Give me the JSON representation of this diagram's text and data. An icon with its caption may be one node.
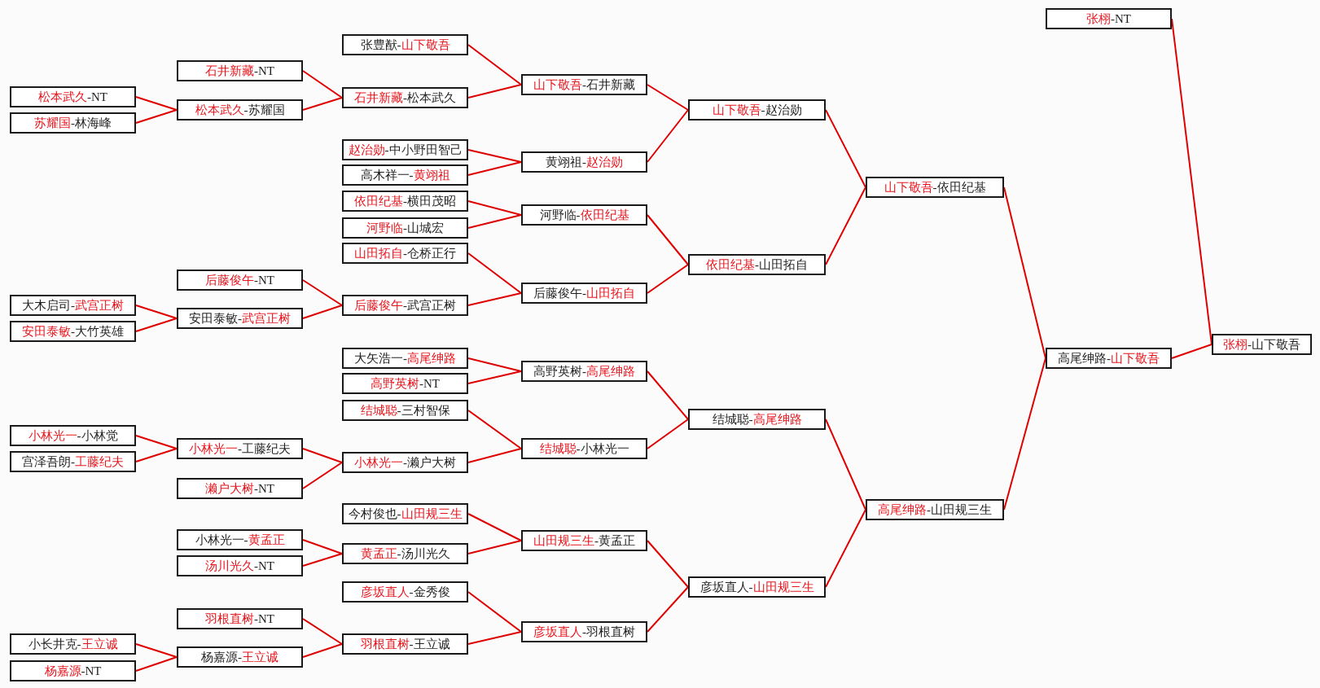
{
  "diagram": {
    "nodes": [
      {
        "text": [
          "松本武久-NT"
        ]
      },
      {
        "text": [
          "苏耀国-林海峰"
        ]
      },
      {
        "text": [
          "大木启司-武宫正树"
        ]
      },
      {
        "text": [
          "安田泰敏-大竹英雄"
        ]
      },
      {
        "text": [
          "小林光一-小林觉"
        ]
      },
      {
        "text": [
          "宫泽吾朗-工藤纪夫"
        ]
      },
      {
        "text": [
          "小长井克-王立诚"
        ]
      },
      {
        "text": [
          "杨嘉源-NT"
        ]
      },
      {
        "text": [
          "石井新藏-NT"
        ]
      },
      {
        "text": [
          "松本武久-苏耀国"
        ]
      },
      {
        "text": [
          "后藤俊午-NT"
        ]
      },
      {
        "text": [
          "安田泰敏-武宫正树"
        ]
      },
      {
        "text": [
          "小林光一-工藤纪夫"
        ]
      },
      {
        "text": [
          "濑户大树-NT"
        ]
      },
      {
        "text": [
          "小林光一-黄孟正"
        ]
      },
      {
        "text": [
          "汤川光久-NT"
        ]
      },
      {
        "text": [
          "羽根直树-NT"
        ]
      },
      {
        "text": [
          "杨嘉源-王立诚"
        ]
      },
      {
        "text": [
          "张豊猷-山下敬吾"
        ]
      },
      {
        "text": [
          "石井新藏-松本武久"
        ]
      },
      {
        "text": [
          "赵治勋-中小野田智己"
        ]
      },
      {
        "text": [
          "高木祥一-黄翊祖"
        ]
      },
      {
        "text": [
          "依田纪基-横田茂昭"
        ]
      },
      {
        "text": [
          "河野临-山城宏"
        ]
      },
      {
        "text": [
          "山田拓自-仓桥正行"
        ]
      },
      {
        "text": [
          "后藤俊午-武宫正树"
        ]
      },
      {
        "text": [
          "大矢浩一-高尾绅路"
        ]
      },
      {
        "text": [
          "高野英树-NT"
        ]
      },
      {
        "text": [
          "结城聪-三村智保"
        ]
      },
      {
        "text": [
          "小林光一-濑户大树"
        ]
      },
      {
        "text": [
          "今村俊也-山田规三生"
        ]
      },
      {
        "text": [
          "黄孟正-汤川光久"
        ]
      },
      {
        "text": [
          "彦坂直人-金秀俊"
        ]
      },
      {
        "text": [
          "羽根直树-王立诚"
        ]
      },
      {
        "text": [
          "山下敬吾-石井新藏"
        ]
      },
      {
        "text": [
          "黄翊祖-赵治勋"
        ]
      },
      {
        "text": [
          "河野临-依田纪基"
        ]
      },
      {
        "text": [
          "后藤俊午-山田拓自"
        ]
      },
      {
        "text": [
          "高野英树-高尾绅路"
        ]
      },
      {
        "text": [
          "结城聪-小林光一"
        ]
      },
      {
        "text": [
          "山田规三生-黄孟正"
        ]
      },
      {
        "text": [
          "彦坂直人-羽根直树"
        ]
      },
      {
        "text": [
          "山下敬吾-赵治勋"
        ]
      },
      {
        "text": [
          "依田纪基-山田拓自"
        ]
      },
      {
        "text": [
          "结城聪-高尾绅路"
        ]
      },
      {
        "text": [
          "彦坂直人-山田规三生"
        ]
      },
      {
        "text": [
          "山下敬吾-依田纪基"
        ]
      },
      {
        "text": [
          "高尾绅路-山田规三生"
        ]
      },
      {
        "text": [
          "张栩-NT"
        ]
      },
      {
        "text": [
          "高尾绅路-山下敬吾"
        ]
      },
      {
        "text": [
          "张栩-山下敬吾"
        ]
      }
    ],
    "edges": [
      {
        "from": 0,
        "to": 9,
        "arrow": "none"
      },
      {
        "from": 1,
        "to": 9,
        "arrow": "none"
      },
      {
        "from": 2,
        "to": 11,
        "arrow": "none"
      },
      {
        "from": 3,
        "to": 11,
        "arrow": "none"
      },
      {
        "from": 4,
        "to": 12,
        "arrow": "none"
      },
      {
        "from": 5,
        "to": 12,
        "arrow": "none"
      },
      {
        "from": 6,
        "to": 17,
        "arrow": "none"
      },
      {
        "from": 7,
        "to": 17,
        "arrow": "none"
      },
      {
        "from": 8,
        "to": 19,
        "arrow": "none"
      },
      {
        "from": 9,
        "to": 19,
        "arrow": "none"
      },
      {
        "from": 10,
        "to": 25,
        "arrow": "none"
      },
      {
        "from": 11,
        "to": 25,
        "arrow": "none"
      },
      {
        "from": 12,
        "to": 29,
        "arrow": "none"
      },
      {
        "from": 13,
        "to": 29,
        "arrow": "none"
      },
      {
        "from": 14,
        "to": 31,
        "arrow": "none"
      },
      {
        "from": 15,
        "to": 31,
        "arrow": "none"
      },
      {
        "from": 16,
        "to": 33,
        "arrow": "none"
      },
      {
        "from": 17,
        "to": 33,
        "arrow": "none"
      },
      {
        "from": 18,
        "to": 34,
        "arrow": "none"
      },
      {
        "from": 19,
        "to": 34,
        "arrow": "none"
      },
      {
        "from": 20,
        "to": 35,
        "arrow": "none"
      },
      {
        "from": 21,
        "to": 35,
        "arrow": "none"
      },
      {
        "from": 22,
        "to": 36,
        "arrow": "none"
      },
      {
        "from": 23,
        "to": 36,
        "arrow": "none"
      },
      {
        "from": 24,
        "to": 37,
        "arrow": "none"
      },
      {
        "from": 25,
        "to": 37,
        "arrow": "none"
      },
      {
        "from": 26,
        "to": 38,
        "arrow": "none"
      },
      {
        "from": 27,
        "to": 38,
        "arrow": "none"
      },
      {
        "from": 28,
        "to": 39,
        "arrow": "none"
      },
      {
        "from": 29,
        "to": 39,
        "arrow": "none"
      },
      {
        "from": 30,
        "to": 40,
        "arrow": "none"
      },
      {
        "from": 31,
        "to": 40,
        "arrow": "none"
      },
      {
        "from": 32,
        "to": 41,
        "arrow": "none"
      },
      {
        "from": 33,
        "to": 41,
        "arrow": "none"
      },
      {
        "from": 34,
        "to": 42,
        "arrow": "none"
      },
      {
        "from": 35,
        "to": 42,
        "arrow": "none"
      },
      {
        "from": 36,
        "to": 43,
        "arrow": "none"
      },
      {
        "from": 37,
        "to": 43,
        "arrow": "none"
      },
      {
        "from": 38,
        "to": 44,
        "arrow": "none"
      },
      {
        "from": 39,
        "to": 44,
        "arrow": "none"
      },
      {
        "from": 40,
        "to": 45,
        "arrow": "none"
      },
      {
        "from": 41,
        "to": 45,
        "arrow": "none"
      },
      {
        "from": 42,
        "to": 46,
        "arrow": "none"
      },
      {
        "from": 43,
        "to": 46,
        "arrow": "none"
      },
      {
        "from": 44,
        "to": 47,
        "arrow": "none"
      },
      {
        "from": 45,
        "to": 47,
        "arrow": "none"
      },
      {
        "from": 46,
        "to": 49,
        "arrow": "none"
      },
      {
        "from": 47,
        "to": 49,
        "arrow": "none"
      },
      {
        "from": 48,
        "to": 50,
        "arrow": "none"
      },
      {
        "from": 49,
        "to": 50,
        "arrow": "none"
      }
    ]
  }
}
